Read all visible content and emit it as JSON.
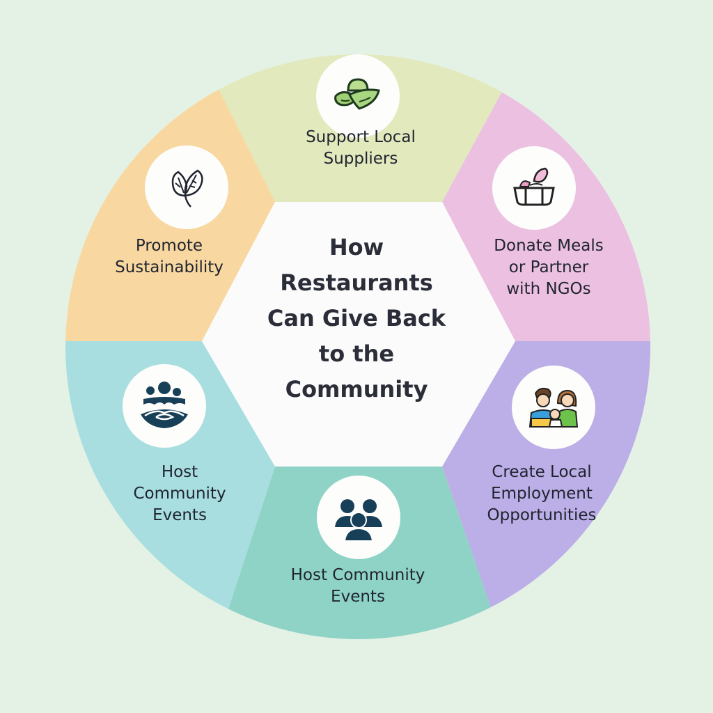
{
  "background_color": "#e4f2e6",
  "center": {
    "title": "How\nRestaurants\nCan Give Back\nto the\nCommunity",
    "fill": "#fbfbfc"
  },
  "segments": [
    {
      "id": "support-local-suppliers",
      "label": "Support Local\nSuppliers",
      "icon": "leaf-hat-icon",
      "color": "#e2e9bd"
    },
    {
      "id": "donate-meals",
      "label": "Donate Meals\nor Partner\nwith NGOs",
      "icon": "food-basket-icon",
      "color": "#ecc0e0"
    },
    {
      "id": "create-local-employment",
      "label": "Create Local\nEmployment\nOpportunities",
      "icon": "family-icon",
      "color": "#bcaee6"
    },
    {
      "id": "host-community-events-bottom",
      "label": "Host Community\nEvents",
      "icon": "group-people-icon",
      "color": "#8fd3c6"
    },
    {
      "id": "host-community-events-left",
      "label": "Host\nCommunity\nEvents",
      "icon": "community-hands-icon",
      "color": "#a8dee0"
    },
    {
      "id": "promote-sustainability",
      "label": "Promote\nSustainability",
      "icon": "leaves-icon",
      "color": "#f8d8a0"
    }
  ]
}
